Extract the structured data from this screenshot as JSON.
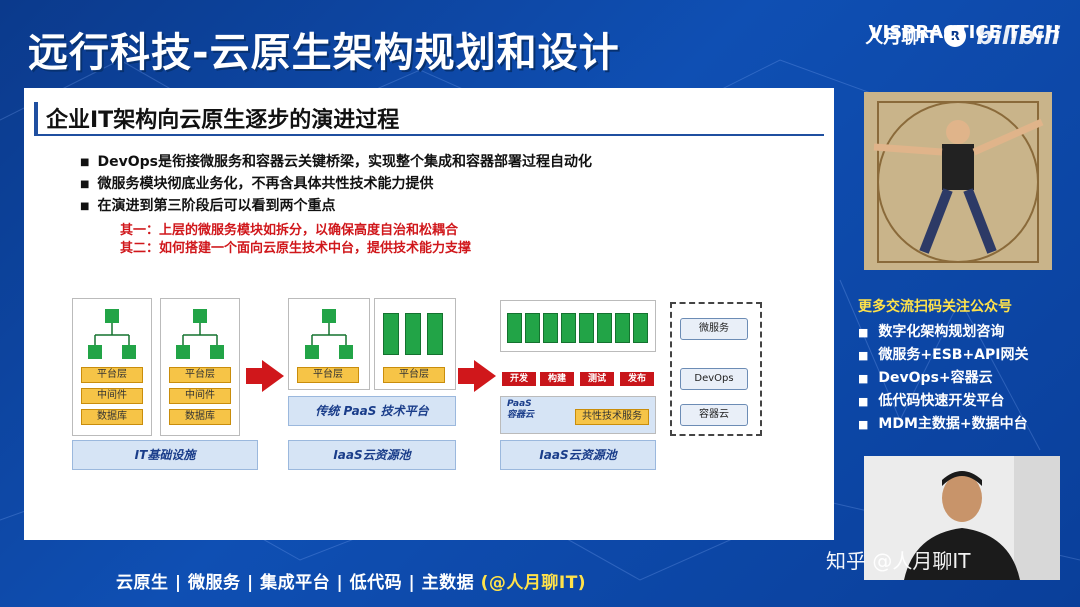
{
  "header": {
    "title": "远行科技-云原生架构规划和设计",
    "brand_text": "人月聊IT",
    "brand_logo": "R",
    "brand_sub": "VISPRACTICE TECH",
    "platform_logo": "bilibili"
  },
  "slide": {
    "title": "企业IT架构向云原生逐步的演进过程",
    "bullets": [
      "DevOps是衔接微服务和容器云关键桥梁，实现整个集成和容器部署过程自动化",
      "微服务模块彻底业务化，不再含具体共性技术能力提供",
      "在演进到第三阶段后可以看到两个重点"
    ],
    "highlights": [
      "其一：上层的微服务模块如拆分，以确保高度自治和松耦合",
      "其二：如何搭建一个面向云原生技术中台，提供技术能力支撑"
    ],
    "layers": [
      "平台层",
      "中间件",
      "数据库"
    ],
    "stage1_base": "IT基础设施",
    "stage2_layer": "平台层",
    "stage2_platform": "传统 PaaS 技术平台",
    "iaas": "IaaS云资源池",
    "pipeline": [
      "开发",
      "构建",
      "测试",
      "发布"
    ],
    "paas_container": "PaaS\n容器云",
    "common_services": "共性技术服务",
    "services": [
      "微服务",
      "DevOps",
      "容器云"
    ]
  },
  "promo": {
    "heading": "更多交流扫码关注公众号",
    "items": [
      "数字化架构规划咨询",
      "微服务+ESB+API网关",
      "DevOps+容器云",
      "低代码快速开发平台",
      "MDM主数据+数据中台"
    ]
  },
  "watermark": "知乎 @人月聊IT",
  "footer": {
    "topics": "云原生 | 微服务 | 集成平台 | 低代码 | 主数据 ",
    "handle": "(@人月聊IT)"
  },
  "colors": {
    "background": "#0f4fb3",
    "accent_red": "#d0171b",
    "green": "#22a447",
    "yellow": "#f6c447"
  }
}
